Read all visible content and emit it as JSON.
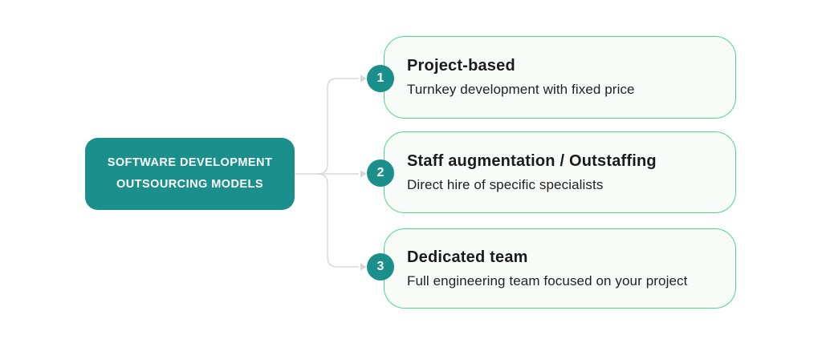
{
  "diagram": {
    "root": {
      "label_lines": [
        "SOFTWARE DEVELOPMENT",
        "OUTSOURCING MODELS"
      ]
    },
    "nodes": [
      {
        "number": "1",
        "title": "Project-based",
        "description": "Turnkey development with fixed price"
      },
      {
        "number": "2",
        "title": "Staff augmentation / Outstaffing",
        "description": "Direct hire of specific specialists"
      },
      {
        "number": "3",
        "title": "Dedicated team",
        "description": "Full engineering team focused on your project"
      }
    ],
    "colors": {
      "root_background": "#1A8F8B",
      "root_text": "#FFFFFF",
      "badge_background": "#1A8F8B",
      "badge_text": "#FFFFFF",
      "card_border": "#4ED88A",
      "card_background": "#F7FCF9",
      "connector_line": "#D9D9D9",
      "connector_arrow": "#D4D4D4",
      "title_text": "#1B1B1D",
      "description_text": "#232323",
      "page_background": "#FFFFFF"
    }
  }
}
